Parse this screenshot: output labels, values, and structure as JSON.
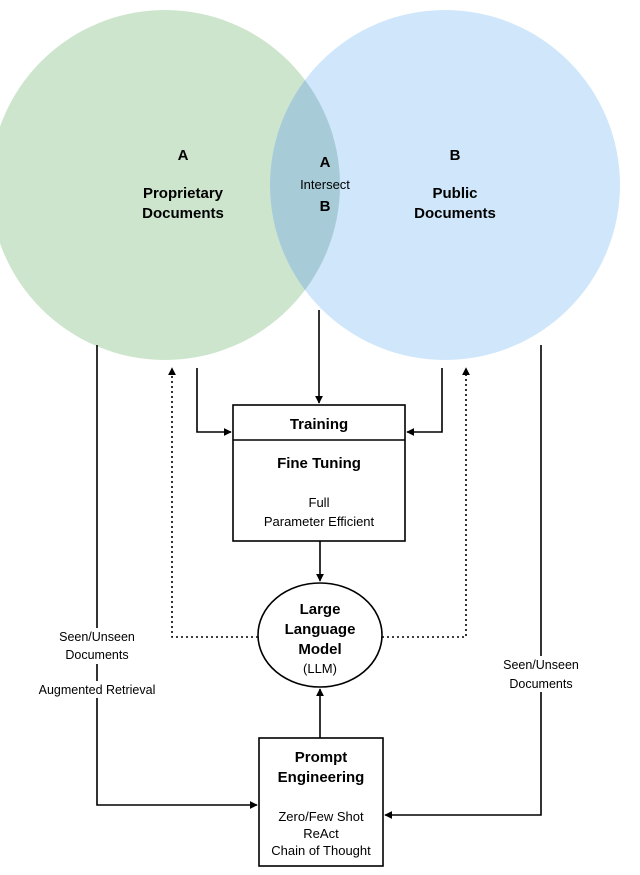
{
  "circles": {
    "a": {
      "letter": "A",
      "line1": "Proprietary",
      "line2": "Documents",
      "color": "#cde5cd"
    },
    "b": {
      "letter": "B",
      "line1": "Public",
      "line2": "Documents",
      "color": "#cfe6fb"
    },
    "intersect": {
      "top": "A",
      "middle": "Intersect",
      "bottom": "B",
      "color": "#a8cbd8"
    }
  },
  "training_box": {
    "header": "Training",
    "subtitle": "Fine Tuning",
    "line1": "Full",
    "line2": "Parameter Efficient"
  },
  "llm": {
    "line1": "Large",
    "line2": "Language",
    "line3": "Model",
    "line4": "(LLM)"
  },
  "prompt_box": {
    "title1": "Prompt",
    "title2": "Engineering",
    "line1": "Zero/Few Shot",
    "line2": "ReAct",
    "line3": "Chain of Thought"
  },
  "left_labels": {
    "line1": "Seen/Unseen",
    "line2": "Documents",
    "line3": "Augmented Retrieval"
  },
  "right_labels": {
    "line1": "Seen/Unseen",
    "line2": "Documents"
  }
}
